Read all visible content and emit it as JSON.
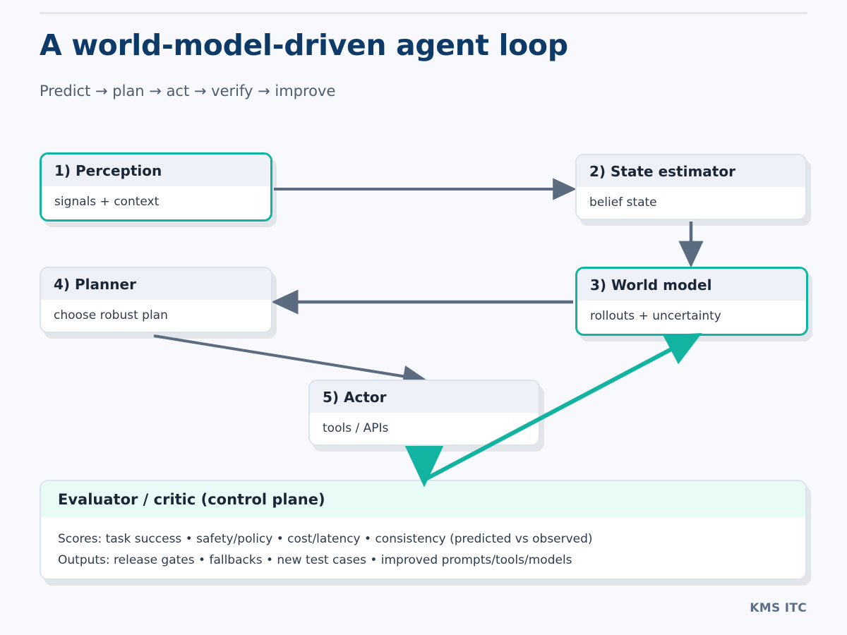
{
  "header": {
    "title": "A world-model-driven agent loop",
    "subtitle": "Predict → plan → act → verify → improve"
  },
  "nodes": [
    {
      "id": "perception",
      "title": "1) Perception",
      "body": "signals + context",
      "accent": true
    },
    {
      "id": "state",
      "title": "2) State estimator",
      "body": "belief state",
      "accent": false
    },
    {
      "id": "planner",
      "title": "4) Planner",
      "body": "choose robust plan",
      "accent": false
    },
    {
      "id": "world",
      "title": "3) World model",
      "body": "rollouts + uncertainty",
      "accent": true
    },
    {
      "id": "actor",
      "title": "5) Actor",
      "body": "tools / APIs",
      "accent": false
    }
  ],
  "evaluator": {
    "title": "Evaluator / critic (control plane)",
    "line1": "Scores: task success • safety/policy • cost/latency • consistency (predicted vs observed)",
    "line2": "Outputs: release gates • fallbacks • new test cases • improved prompts/tools/models"
  },
  "connectors": [
    {
      "name": "perception-to-state",
      "from": "1) Perception",
      "to": "2) State estimator",
      "style": "gray"
    },
    {
      "name": "state-to-world",
      "from": "2) State estimator",
      "to": "3) World model",
      "style": "gray"
    },
    {
      "name": "world-to-planner",
      "from": "3) World model",
      "to": "4) Planner",
      "style": "gray"
    },
    {
      "name": "planner-to-actor",
      "from": "4) Planner",
      "to": "5) Actor",
      "style": "gray"
    },
    {
      "name": "actor-to-evaluator",
      "from": "5) Actor",
      "to": "Evaluator / critic (control plane)",
      "style": "teal"
    },
    {
      "name": "evaluator-to-world",
      "from": "Evaluator / critic (control plane)",
      "to": "3) World model",
      "style": "teal"
    }
  ],
  "footer": {
    "brand": "KMS ITC"
  },
  "colors": {
    "background": "#f7f9fc",
    "title": "#0e3a68",
    "subtitle": "#4d5c6f",
    "accent_teal": "#12b3a0",
    "arrow_gray": "#5b6b80",
    "node_header": "#eef1f7",
    "node_border": "#dde3ec",
    "evaluator_header": "#e9fbf7",
    "rule": "#e3e8f0",
    "footer": "#5d6f88"
  }
}
